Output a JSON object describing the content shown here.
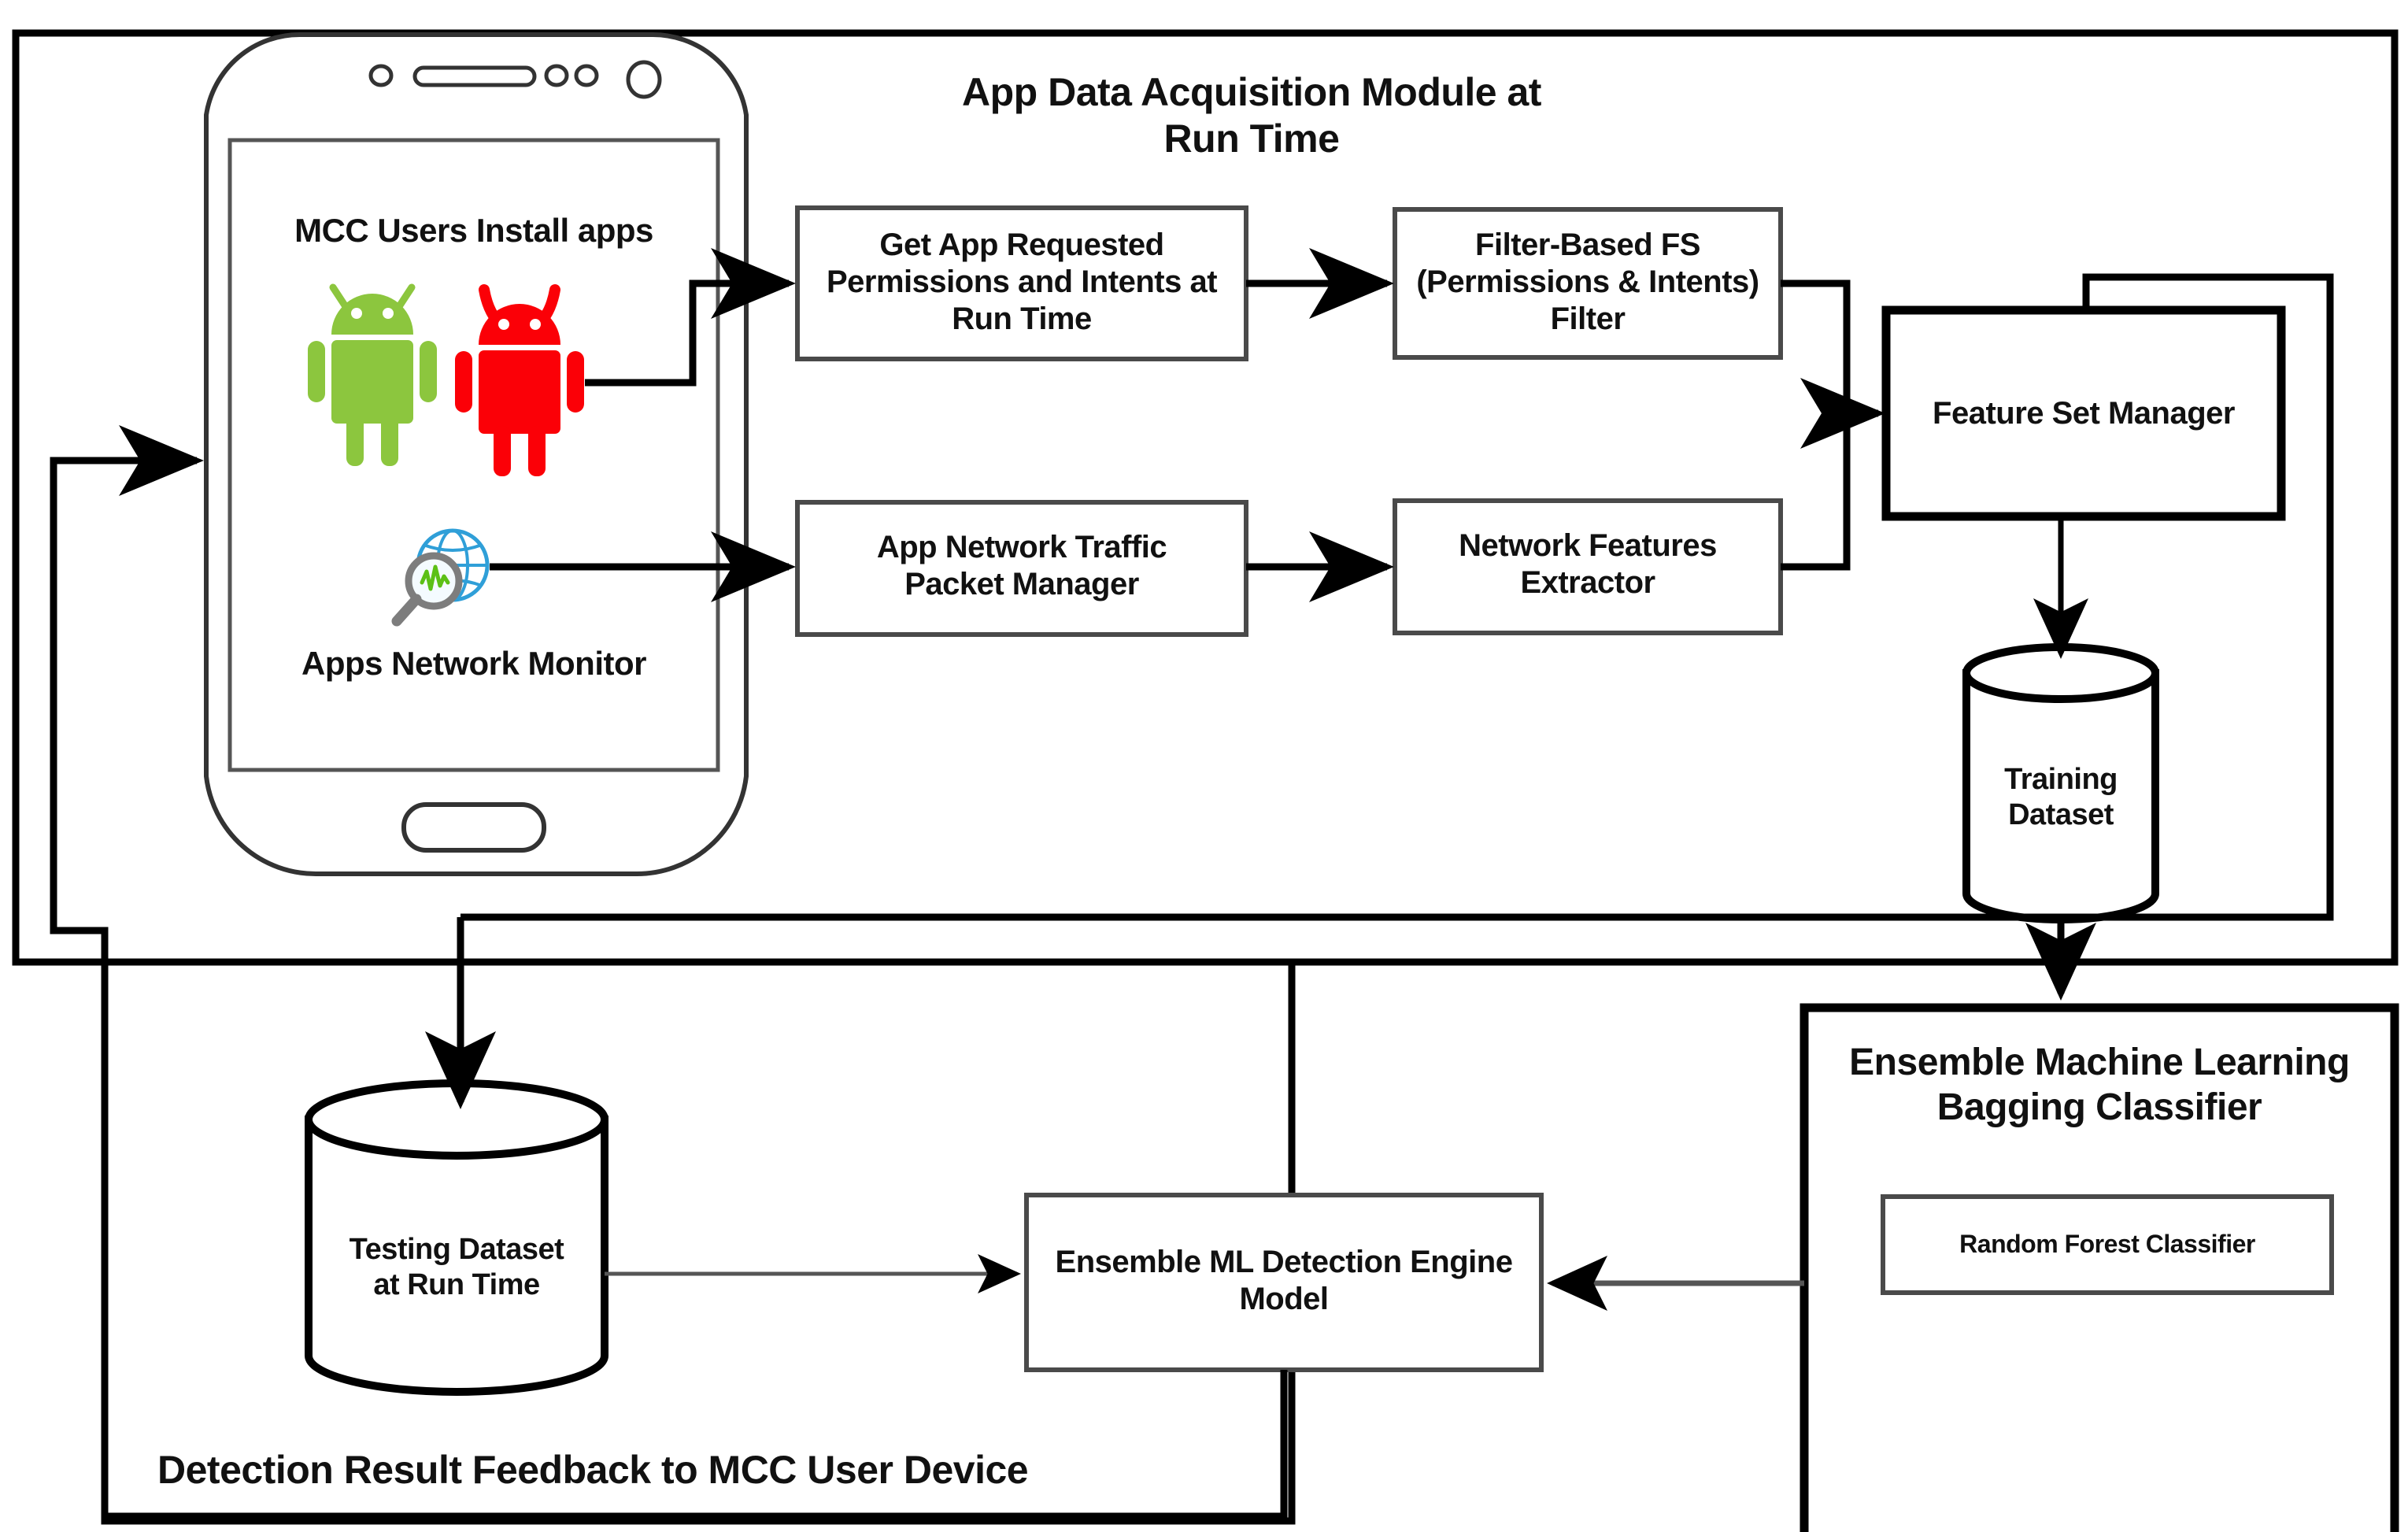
{
  "diagram": {
    "title_top": "App Data Acquisition Module at Run Time",
    "title_bottom": "Detection Result Feedback to MCC User Device"
  },
  "phone": {
    "users_label": "MCC Users  Install apps",
    "monitor_label": "Apps Network Monitor",
    "android_benign_color": "#8cc63e",
    "android_malicious_color": "#fb0007",
    "globe_color": "#2f9fd8",
    "magnifier_color": "#7d7d7d",
    "waveform_color": "#5cc016"
  },
  "nodes": {
    "get_app_permissions": "Get App Requested\nPermissions and Intents at\nRun Time",
    "filter_based_fs": "Filter-Based FS\n(Permissions & Intents)\nFilter",
    "app_network_traffic": "App Network Traffic\nPacket  Manager",
    "network_features_extractor": "Network Features\nExtractor",
    "feature_set_manager": "Feature Set Manager",
    "training_dataset": "Training\nDataset",
    "testing_dataset": "Testing Dataset\nat Run Time",
    "ensemble_detection_engine": "Ensemble ML Detection Engine\nModel",
    "ensemble_bagging_classifier": "Ensemble Machine Learning\nBagging Classifier",
    "random_forest_classifier": "Random Forest Classifier"
  },
  "colors": {
    "stroke": "#000000",
    "background": "#ffffff"
  }
}
